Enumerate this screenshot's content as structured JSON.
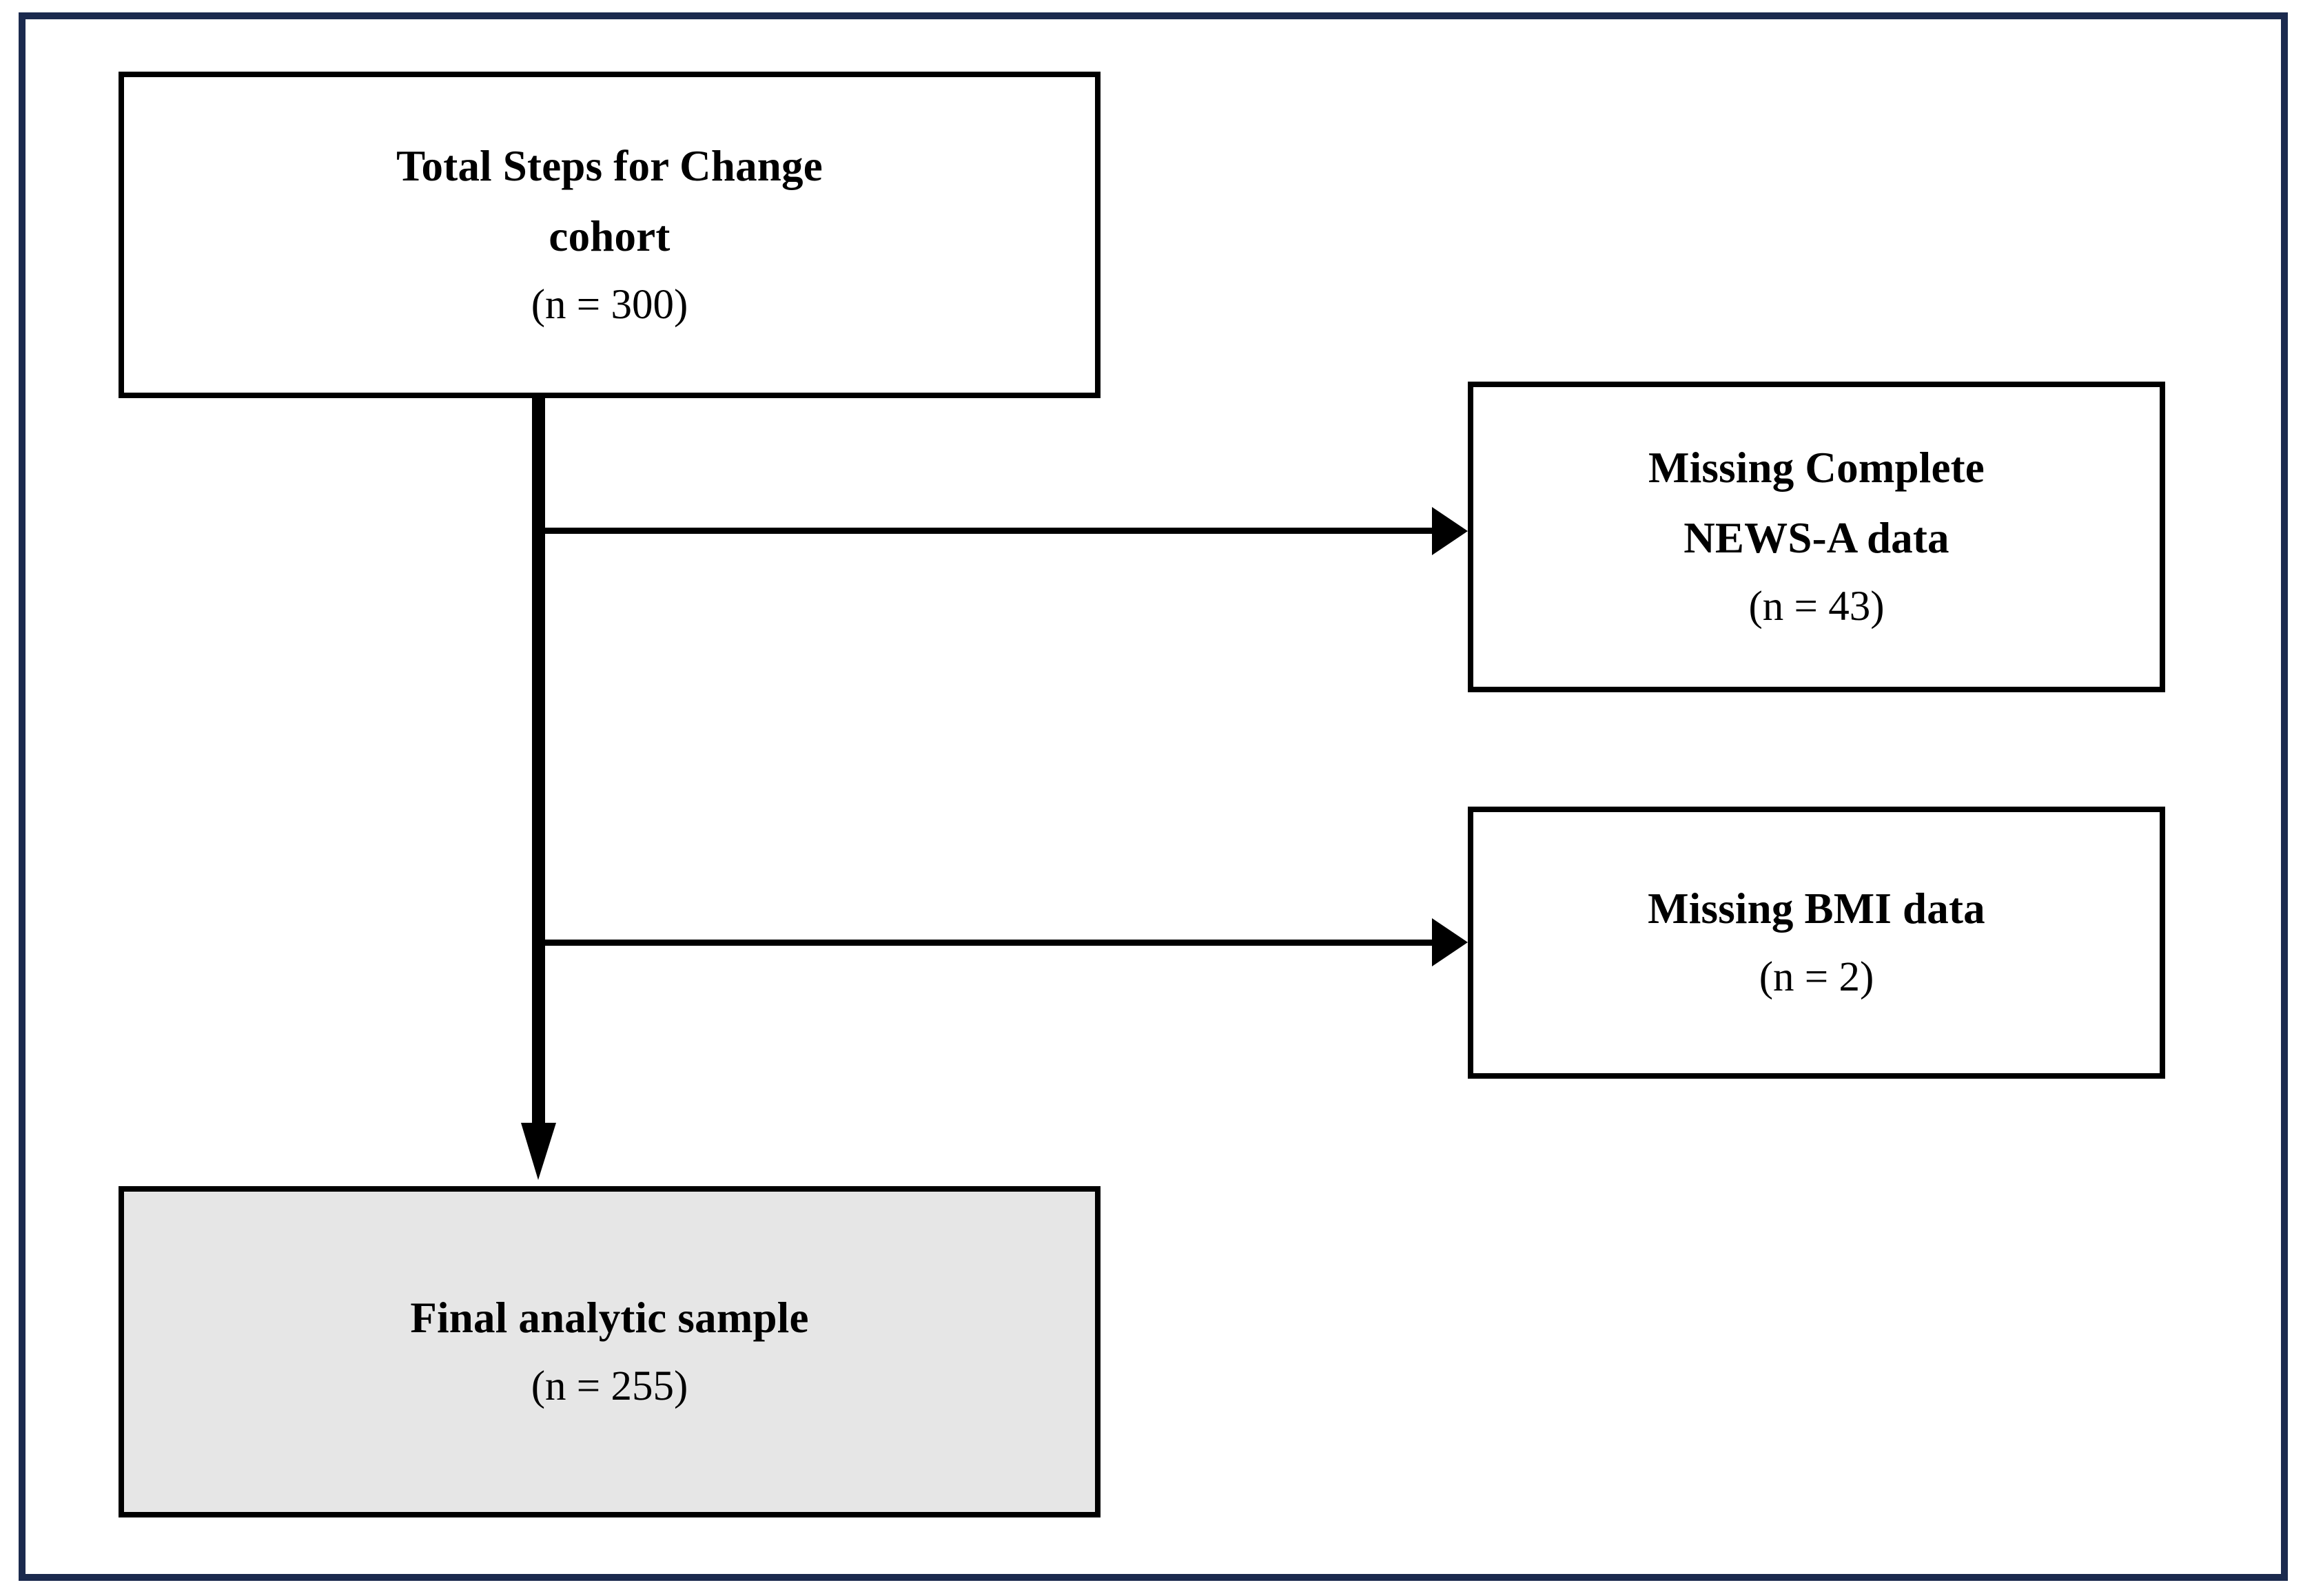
{
  "figure": {
    "type": "participant-flow-diagram",
    "frame_color": "#1b2a4e",
    "line_color": "#000000",
    "highlight_fill": "#e6e6e6",
    "box_fill": "#ffffff"
  },
  "nodes": {
    "cohort": {
      "title_line_1": "Total Steps for Change",
      "title_line_2": "cohort",
      "count_label": "(n = 300)",
      "n": 300
    },
    "missing_news": {
      "title_line_1": "Missing Complete",
      "title_line_2": "NEWS-A data",
      "count_label": "(n = 43)",
      "n": 43
    },
    "missing_bmi": {
      "title_line_1": "Missing BMI data",
      "count_label": "(n = 2)",
      "n": 2
    },
    "final_sample": {
      "title_line_1": "Final analytic sample",
      "count_label": "(n = 255)",
      "n": 255
    }
  },
  "connectors": {
    "main_stem": "cohort-to-final-sample",
    "branch_1": "cohort-to-missing-news",
    "branch_2": "cohort-to-missing-bmi"
  }
}
